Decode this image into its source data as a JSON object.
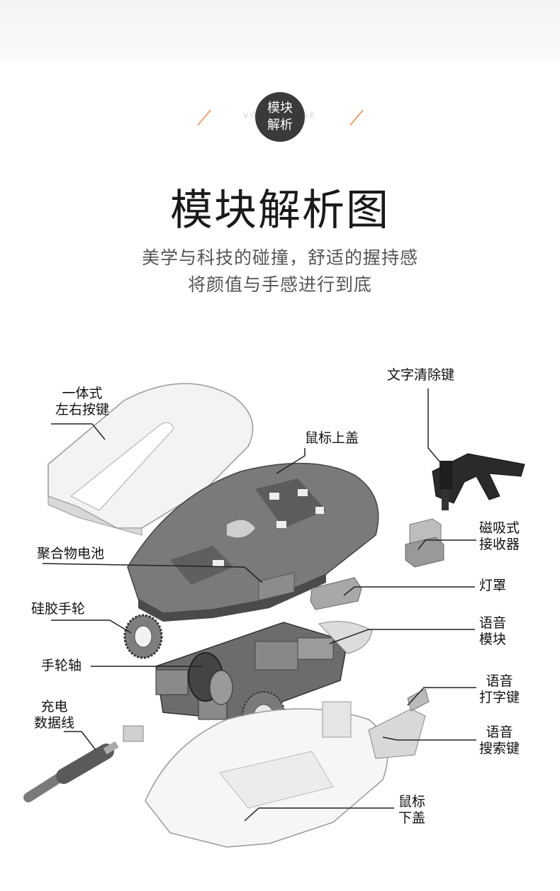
{
  "header": {
    "badge_line1": "模块",
    "badge_line2": "解析",
    "subtag": "VOICE MOUSE",
    "title": "模块解析图",
    "tagline1": "美学与科技的碰撞，舒适的握持感",
    "tagline2": "将颜值与手感进行到底"
  },
  "labels": {
    "buttons_l1": "一体式",
    "buttons_l2": "左右按键",
    "top_cover": "鼠标上盖",
    "clear_key": "文字清除键",
    "receiver_l1": "磁吸式",
    "receiver_l2": "接收器",
    "battery": "聚合物电池",
    "lampshade": "灯罩",
    "wheel": "硅胶手轮",
    "voice_module_l1": "语音",
    "voice_module_l2": "模块",
    "wheel_axle": "手轮轴",
    "cable_l1": "充电",
    "cable_l2": "数据线",
    "voice_type_l1": "语音",
    "voice_type_l2": "打字键",
    "voice_search_l1": "语音",
    "voice_search_l2": "搜索键",
    "bottom_cover_l1": "鼠标",
    "bottom_cover_l2": "下盖"
  }
}
